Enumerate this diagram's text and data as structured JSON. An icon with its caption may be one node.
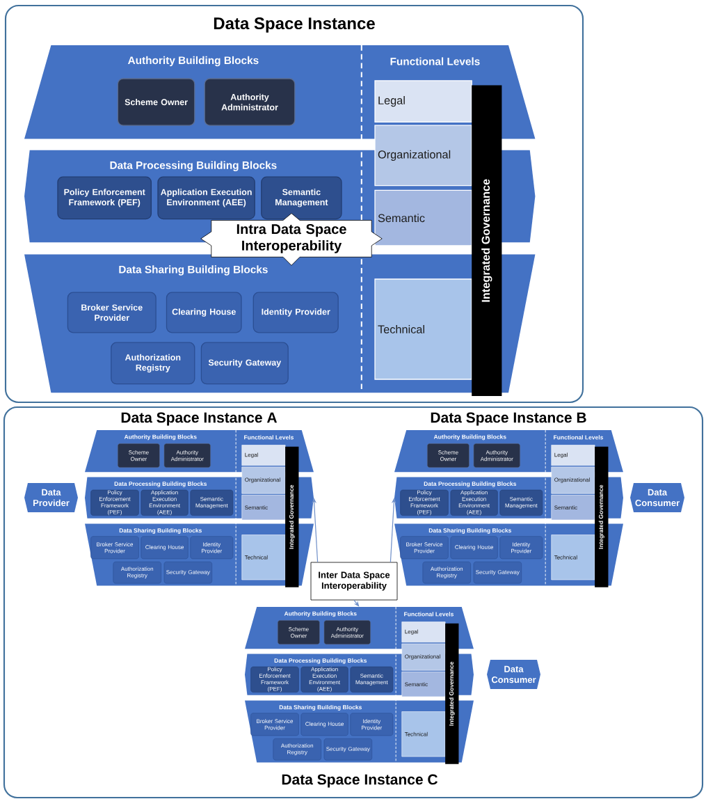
{
  "diagram": {
    "nodes": [
      {
        "text": [
          "Data Space Instance"
        ]
      },
      {
        "text": [
          "Authority Building Blocks"
        ],
        "in": 0
      },
      {
        "text": [
          "Scheme Owner"
        ],
        "in": 1
      },
      {
        "text": [
          "Authority Administrator"
        ],
        "in": 1
      },
      {
        "text": [
          "Data Processing Building Blocks"
        ],
        "in": 0
      },
      {
        "text": [
          "Policy Enforcement Framework (PEF)"
        ],
        "in": 4
      },
      {
        "text": [
          "Application Execution Environment (AEE)"
        ],
        "in": 4
      },
      {
        "text": [
          "Semantic Management"
        ],
        "in": 4
      },
      {
        "text": [
          "Data Sharing Building Blocks"
        ],
        "in": 0
      },
      {
        "text": [
          "Broker Service Provider"
        ],
        "in": 8
      },
      {
        "text": [
          "Clearing House"
        ],
        "in": 8
      },
      {
        "text": [
          "Identity Provider"
        ],
        "in": 8
      },
      {
        "text": [
          "Authorization Registry"
        ],
        "in": 8
      },
      {
        "text": [
          "Security Gateway"
        ],
        "in": 8
      },
      {
        "text": [
          "Legal"
        ],
        "in": 1
      },
      {
        "text": [
          "Organizational"
        ],
        "in": 0
      },
      {
        "text": [
          "Semantic"
        ],
        "in": 4
      },
      {
        "text": [
          "Technical"
        ],
        "in": 8
      },
      {
        "text": [
          "Integrated Governance"
        ],
        "in": 0
      },
      {
        "text": [
          "Intra Data Space Interoperability"
        ],
        "in": 0
      },
      {
        "text": [],
        "shape": "box"
      },
      {
        "text": [
          "Data Space Instance A"
        ],
        "in": 20
      },
      {
        "text": [
          "Authority Building Blocks"
        ],
        "in": 20
      },
      {
        "text": [
          "Scheme Owner"
        ],
        "in": 22
      },
      {
        "text": [
          "Authority Administrator"
        ],
        "in": 22
      },
      {
        "text": [
          "Data Processing Building Blocks"
        ],
        "in": 20
      },
      {
        "text": [
          "Policy Enforcement Framework (PEF)"
        ],
        "in": 25
      },
      {
        "text": [
          "Application Execution Environment (AEE)"
        ],
        "in": 25
      },
      {
        "text": [
          "Semantic Management"
        ],
        "in": 25
      },
      {
        "text": [
          "Data Sharing Building Blocks"
        ],
        "in": 20
      },
      {
        "text": [
          "Broker Service Provider"
        ],
        "in": 29
      },
      {
        "text": [
          "Clearing House"
        ],
        "in": 29
      },
      {
        "text": [
          "Identity Provider"
        ],
        "in": 29
      },
      {
        "text": [
          "Authorization Registry"
        ],
        "in": 29
      },
      {
        "text": [
          "Security Gateway"
        ],
        "in": 29
      },
      {
        "text": [
          "Legal"
        ],
        "in": 22
      },
      {
        "text": [
          "Organizational"
        ],
        "in": 20
      },
      {
        "text": [
          "Semantic"
        ],
        "in": 25
      },
      {
        "text": [
          "Technical"
        ],
        "in": 29
      },
      {
        "text": [
          "Integrated Governance"
        ],
        "in": 20
      },
      {
        "text": [
          "Data Space Instance B"
        ],
        "in": 20
      },
      {
        "text": [
          "Authority Building Blocks"
        ],
        "in": 20
      },
      {
        "text": [
          "Scheme Owner"
        ],
        "in": 41
      },
      {
        "text": [
          "Authority Administrator"
        ],
        "in": 41
      },
      {
        "text": [
          "Data Processing Building Blocks"
        ],
        "in": 20
      },
      {
        "text": [
          "Policy Enforcement Framework (PEF)"
        ],
        "in": 44
      },
      {
        "text": [
          "Application Execution Environment (AEE)"
        ],
        "in": 44
      },
      {
        "text": [
          "Semantic Management"
        ],
        "in": 44
      },
      {
        "text": [
          "Data Sharing Building Blocks"
        ],
        "in": 20
      },
      {
        "text": [
          "Broker Service Provider"
        ],
        "in": 48
      },
      {
        "text": [
          "Clearing House"
        ],
        "in": 48
      },
      {
        "text": [
          "Identity Provider"
        ],
        "in": 48
      },
      {
        "text": [
          "Authorization Registry"
        ],
        "in": 48
      },
      {
        "text": [
          "Security Gateway"
        ],
        "in": 48
      },
      {
        "text": [
          "Legal"
        ],
        "in": 41
      },
      {
        "text": [
          "Organizational"
        ],
        "in": 20
      },
      {
        "text": [
          "Semantic"
        ],
        "in": 44
      },
      {
        "text": [
          "Technical"
        ],
        "in": 48
      },
      {
        "text": [
          "Integrated Governance"
        ],
        "in": 20
      },
      {
        "text": [
          "Data Provider"
        ],
        "in": 20
      },
      {
        "text": [
          "Data Consumer"
        ],
        "in": 20
      },
      {
        "text": [
          "Inter Data Space Interoperability"
        ],
        "in": 20
      },
      {
        "text": [
          "Data Space Instance C"
        ],
        "in": 20
      },
      {
        "text": [
          "Authority Building Blocks"
        ],
        "in": 20
      },
      {
        "text": [
          "Scheme Owner"
        ],
        "in": 63
      },
      {
        "text": [
          "Authority Administrator"
        ],
        "in": 63
      },
      {
        "text": [
          "Data Processing Building Blocks"
        ],
        "in": 20
      },
      {
        "text": [
          "Policy Enforcement Framework (PEF)"
        ],
        "in": 66
      },
      {
        "text": [
          "Application Execution Environment (AEE)"
        ],
        "in": 66
      },
      {
        "text": [
          "Semantic Management"
        ],
        "in": 66
      },
      {
        "text": [
          "Data Sharing Building Blocks"
        ],
        "in": 20
      },
      {
        "text": [
          "Broker Service Provider"
        ],
        "in": 70
      },
      {
        "text": [
          "Clearing House"
        ],
        "in": 70
      },
      {
        "text": [
          "Identity Provider"
        ],
        "in": 70
      },
      {
        "text": [
          "Authorization Registry"
        ],
        "in": 70
      },
      {
        "text": [
          "Security Gateway"
        ],
        "in": 70
      },
      {
        "text": [
          "Legal"
        ],
        "in": 63
      },
      {
        "text": [
          "Organizational"
        ],
        "in": 20
      },
      {
        "text": [
          "Semantic"
        ],
        "in": 66
      },
      {
        "text": [
          "Technical"
        ],
        "in": 70
      },
      {
        "text": [
          "Integrated Governance"
        ],
        "in": 20
      },
      {
        "text": [
          "Data Consumer"
        ],
        "in": 20
      }
    ],
    "edges": [
      {
        "from": 61,
        "to": 25,
        "arrow": "to"
      },
      {
        "from": 61,
        "to": 44,
        "arrow": "to"
      },
      {
        "from": 61,
        "to": 63,
        "arrow": "to"
      }
    ],
    "labels": [
      "Functional Levels",
      "Functional Levels",
      "Functional Levels",
      "Functional Levels"
    ]
  }
}
